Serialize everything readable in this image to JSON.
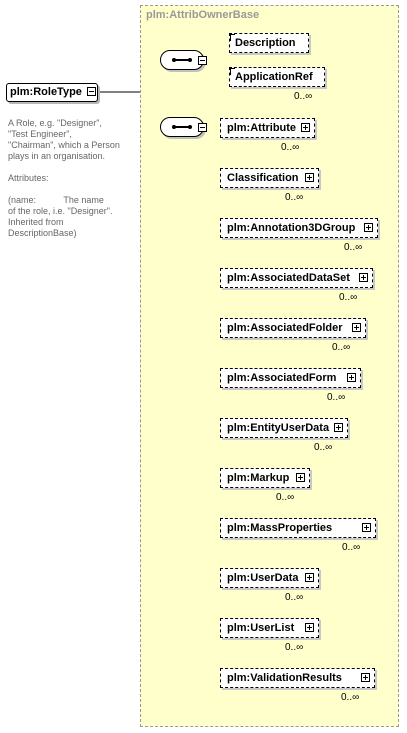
{
  "base": {
    "title": "plm:AttribOwnerBase"
  },
  "root": {
    "name": "plm:RoleType"
  },
  "documentation": "A Role, e.g. \"Designer\",\n\"Test Engineer\",\n\"Chairman\", which a Person\nplays in an organisation.\n\nAttributes:\n\n(name:           The name\nof the role, i.e. \"Designer\".\nInherited from\nDescriptionBase)",
  "sequence1": [
    {
      "name": "Description",
      "cardinality": ""
    },
    {
      "name": "ApplicationRef",
      "cardinality": "0..∞"
    }
  ],
  "sequence2": [
    {
      "name": "plm:Attribute",
      "cardinality": "0..∞"
    },
    {
      "name": "Classification",
      "cardinality": "0..∞"
    },
    {
      "name": "plm:Annotation3DGroup",
      "cardinality": "0..∞"
    },
    {
      "name": "plm:AssociatedDataSet",
      "cardinality": "0..∞"
    },
    {
      "name": "plm:AssociatedFolder",
      "cardinality": "0..∞"
    },
    {
      "name": "plm:AssociatedForm",
      "cardinality": "0..∞"
    },
    {
      "name": "plm:EntityUserData",
      "cardinality": "0..∞"
    },
    {
      "name": "plm:Markup",
      "cardinality": "0..∞"
    },
    {
      "name": "plm:MassProperties",
      "cardinality": "0..∞"
    },
    {
      "name": "plm:UserData",
      "cardinality": "0..∞"
    },
    {
      "name": "plm:UserList",
      "cardinality": "0..∞"
    },
    {
      "name": "plm:ValidationResults",
      "cardinality": "0..∞"
    }
  ]
}
